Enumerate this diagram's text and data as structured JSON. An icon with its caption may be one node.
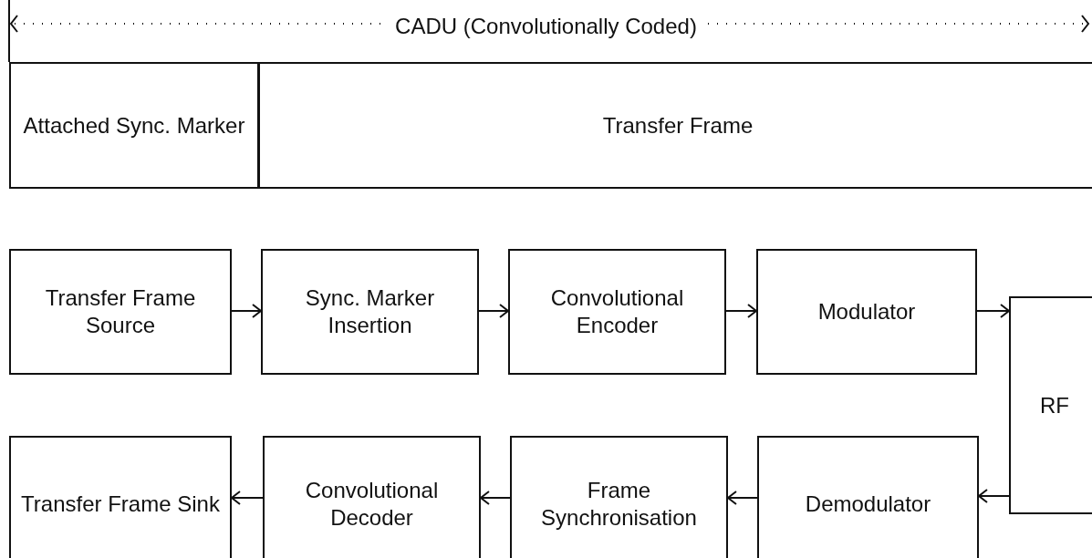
{
  "diagram": {
    "nodes": [
      {
        "text": [
          "Attached Sync. Marker"
        ]
      },
      {
        "text": [
          "Transfer Frame"
        ]
      },
      {
        "text": [
          "Transfer Frame Source"
        ]
      },
      {
        "text": [
          "Sync. Marker Insertion"
        ]
      },
      {
        "text": [
          "Convolutional Encoder"
        ]
      },
      {
        "text": [
          "Modulator"
        ]
      },
      {
        "text": [
          "RF"
        ]
      },
      {
        "text": [
          "Transfer Frame Sink"
        ]
      },
      {
        "text": [
          "Convolutional Decoder"
        ]
      },
      {
        "text": [
          "Frame Synchronisation"
        ]
      },
      {
        "text": [
          "Demodulator"
        ]
      }
    ],
    "edges": [
      {
        "from": 2,
        "to": 3,
        "arrow": "to"
      },
      {
        "from": 3,
        "to": 4,
        "arrow": "to"
      },
      {
        "from": 4,
        "to": 5,
        "arrow": "to"
      },
      {
        "from": 5,
        "to": 6,
        "arrow": "to"
      },
      {
        "from": 6,
        "to": 10,
        "arrow": "to"
      },
      {
        "from": 10,
        "to": 9,
        "arrow": "to"
      },
      {
        "from": 9,
        "to": 8,
        "arrow": "to"
      },
      {
        "from": 8,
        "to": 7,
        "arrow": "to"
      }
    ],
    "labels": [
      "CADU (Convolutionally Coded)"
    ]
  }
}
